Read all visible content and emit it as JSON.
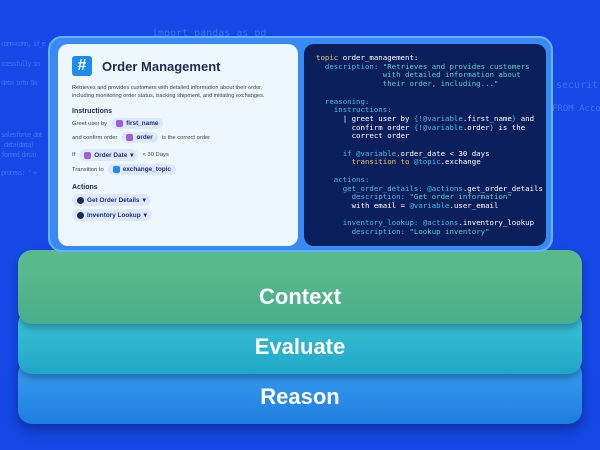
{
  "background_code": [
    "import pandas as pd",
    "conn=conn, if_e",
    "ccessfully in",
    "data into Sn",
    "salesforce_dat",
    "_data(data)",
    "formed_data)",
    "process: ' +",
    "securit",
    "FROM Acco"
  ],
  "card": {
    "title": "Order Management",
    "description": "Retrieves and provides customers with detailed information about their order, including monitoring order status, tracking shipment, and initiating exchanges.",
    "instructions_heading": "Instructions",
    "greet_text": "Greet user by",
    "first_name": "first_name",
    "confirm_text": "and confirm order",
    "order": "order",
    "correct_text": "is the correct order",
    "if_text": "If",
    "order_date": "Order Date",
    "days_text": "< 30 Days",
    "transition_text": "Transition to",
    "exchange_topic": "exchange_topic",
    "actions_heading": "Actions",
    "actions": [
      "Get Order Details",
      "Inventory Lookup"
    ]
  },
  "code_lines": [
    [
      [
        "k",
        "topic "
      ],
      [
        "w",
        "order_management:"
      ]
    ],
    [
      [
        "c",
        "  description: "
      ],
      [
        "g",
        "\"Retrieves and provides customers"
      ]
    ],
    [
      [
        "g",
        "               with detailed information about"
      ]
    ],
    [
      [
        "g",
        "               their order, including...\""
      ]
    ],
    [],
    [
      [
        "c",
        "  reasoning:"
      ]
    ],
    [
      [
        "c",
        "    instructions:"
      ]
    ],
    [
      [
        "w",
        "      | greet user by "
      ],
      [
        "c",
        "{!@variable"
      ],
      [
        "w",
        ".first_name"
      ],
      [
        "c",
        "}"
      ],
      [
        "w",
        " and"
      ]
    ],
    [
      [
        "w",
        "        confirm order "
      ],
      [
        "c",
        "{!@variable"
      ],
      [
        "w",
        ".order"
      ],
      [
        "c",
        "}"
      ],
      [
        "w",
        " is the"
      ]
    ],
    [
      [
        "w",
        "        correct order"
      ]
    ],
    [],
    [
      [
        "c",
        "      if @variable"
      ],
      [
        "w",
        ".order_date < 30 days"
      ]
    ],
    [
      [
        "k",
        "        transition to "
      ],
      [
        "c",
        "@topic"
      ],
      [
        "w",
        ".exchange"
      ]
    ],
    [],
    [
      [
        "c",
        "    actions:"
      ]
    ],
    [
      [
        "c",
        "      get_order_details: @actions"
      ],
      [
        "w",
        ".get_order_details"
      ]
    ],
    [
      [
        "c",
        "        description: "
      ],
      [
        "g",
        "\"Get order information\""
      ]
    ],
    [
      [
        "w",
        "        with email = "
      ],
      [
        "c",
        "@variable"
      ],
      [
        "w",
        ".user_email"
      ]
    ],
    [],
    [
      [
        "c",
        "      inventory_lookup: @actions"
      ],
      [
        "w",
        ".inventory_lookup"
      ]
    ],
    [
      [
        "c",
        "        description: "
      ],
      [
        "g",
        "\"Lookup inventory\""
      ]
    ]
  ],
  "layers": {
    "context": "Context",
    "evaluate": "Evaluate",
    "reason": "Reason"
  }
}
